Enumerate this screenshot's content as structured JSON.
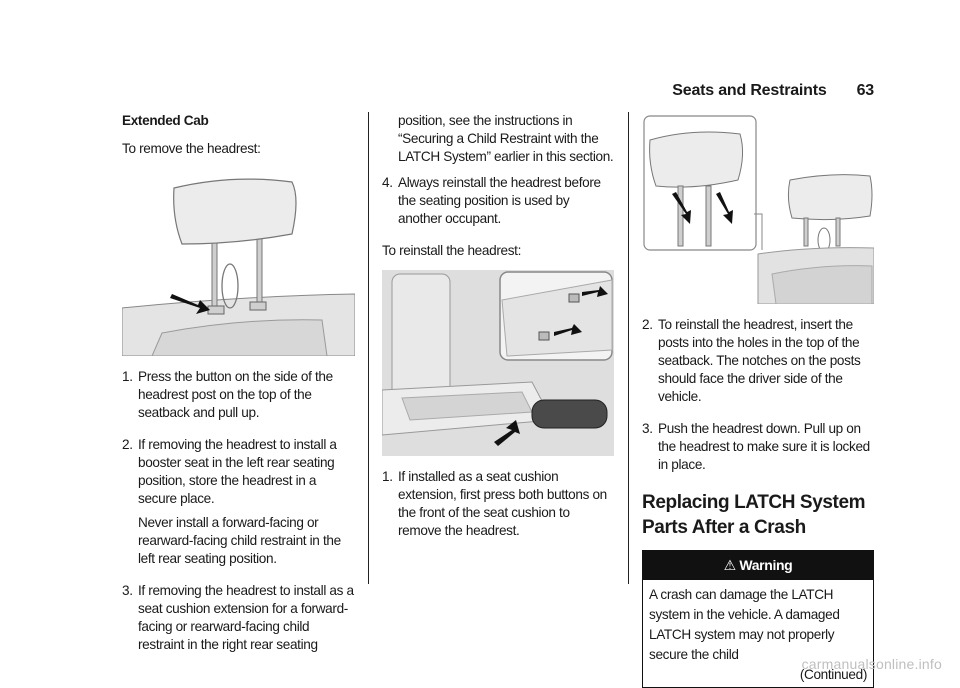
{
  "header": {
    "section": "Seats and Restraints",
    "page": "63"
  },
  "col1": {
    "subhead": "Extended Cab",
    "intro": "To remove the headrest:",
    "steps": [
      {
        "num": "1.",
        "text": "Press the button on the side of the headrest post on the top of the seatback and pull up."
      },
      {
        "num": "2.",
        "text": "If removing the headrest to install a booster seat in the left rear seating position, store the headrest in a secure place.",
        "note": "Never install a forward-facing or rearward-facing child restraint in the left rear seating position."
      },
      {
        "num": "3.",
        "text": "If removing the headrest to install as a seat cushion extension for a forward-facing or rearward-facing child restraint in the right rear seating"
      }
    ]
  },
  "col2": {
    "continuation": "position, see the instructions in “Securing a Child Restraint with the LATCH System” earlier in this section.",
    "step4": {
      "num": "4.",
      "text": "Always reinstall the headrest before the seating position is used by another occupant."
    },
    "reinstall_intro": "To reinstall the headrest:",
    "step1b": {
      "num": "1.",
      "text": "If installed as a seat cushion extension, first press both buttons on the front of the seat cushion to remove the headrest."
    }
  },
  "col3": {
    "step2": {
      "num": "2.",
      "text": "To reinstall the headrest, insert the posts into the holes in the top of the seatback. The notches on the posts should face the driver side of the vehicle."
    },
    "step3": {
      "num": "3.",
      "text": "Push the headrest down. Pull up on the headrest to make sure it is locked in place."
    },
    "heading": "Replacing LATCH System Parts After a Crash",
    "warning": {
      "title": "Warning",
      "body": "A crash can damage the LATCH system in the vehicle. A damaged LATCH system may not properly secure the child",
      "continued": "(Continued)"
    }
  },
  "watermark": "carmanualsonline.info",
  "colors": {
    "text": "#1a1a1a",
    "warning_bar": "#111111",
    "figure_fill": "#e6e6e6"
  }
}
